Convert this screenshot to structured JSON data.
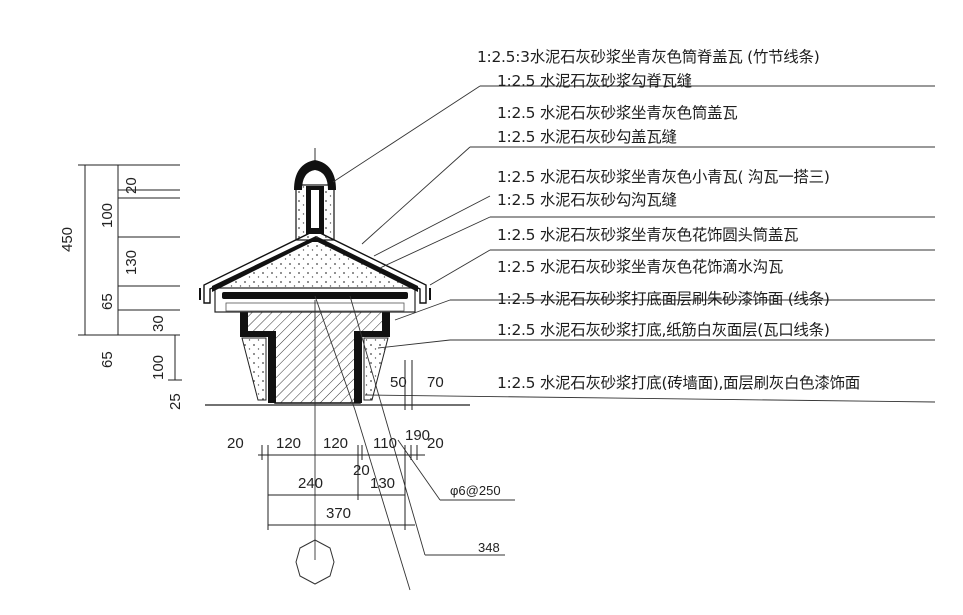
{
  "drawing": {
    "type": "architectural-section",
    "subject": "Wall coping / ridge cap section"
  },
  "material_notes": [
    "1:2.5:3水泥石灰砂浆坐青灰色筒脊盖瓦 (竹节线条)",
    "1:2.5 水泥石灰砂浆勾脊瓦缝",
    "1:2.5 水泥石灰砂浆坐青灰色筒盖瓦",
    "1:2.5 水泥石灰砂勾盖瓦缝",
    "1:2.5 水泥石灰砂浆坐青灰色小青瓦( 沟瓦一搭三)",
    "1:2.5 水泥石灰砂勾沟瓦缝",
    "1:2.5 水泥石灰砂浆坐青灰色花饰圆头筒盖瓦",
    "1:2.5 水泥石灰砂浆坐青灰色花饰滴水沟瓦",
    "1:2.5 水泥石灰砂浆打底面层刷朱砂漆饰面 (线条)",
    "1:2.5 水泥石灰砂浆打底,纸筋白灰面层(瓦口线条)",
    "1:2.5 水泥石灰砂浆打底(砖墙面),面层刷灰白色漆饰面"
  ],
  "vertical_dims": {
    "overall": "450",
    "segments": [
      "20",
      "100",
      "130",
      "65",
      "30"
    ],
    "lower": [
      "65",
      "100",
      "25"
    ]
  },
  "horizontal_dims": {
    "row1": [
      "20",
      "120",
      "120",
      "110",
      "190",
      "20"
    ],
    "row1_extra": "20",
    "row2": [
      "240",
      "130"
    ],
    "row3": "370",
    "side": [
      "50",
      "70"
    ]
  },
  "callouts": {
    "rebar": "φ6@250",
    "ref": "348"
  }
}
